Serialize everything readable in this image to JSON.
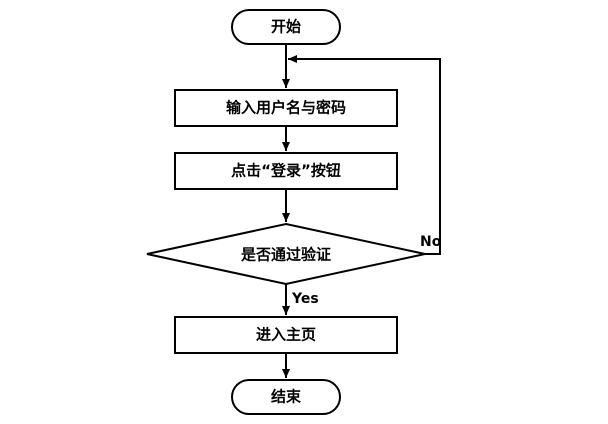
{
  "flowchart": {
    "start_label": "开始",
    "step_input_label": "输入用户名与密码",
    "step_click_label": "点击“登录”按钮",
    "decision_label": "是否通过验证",
    "no_label": "No",
    "yes_label": "Yes",
    "step_enter_label": "进入主页",
    "end_label": "结束"
  },
  "colors": {
    "stroke": "#000000",
    "fill": "#ffffff",
    "text": "#000000"
  }
}
